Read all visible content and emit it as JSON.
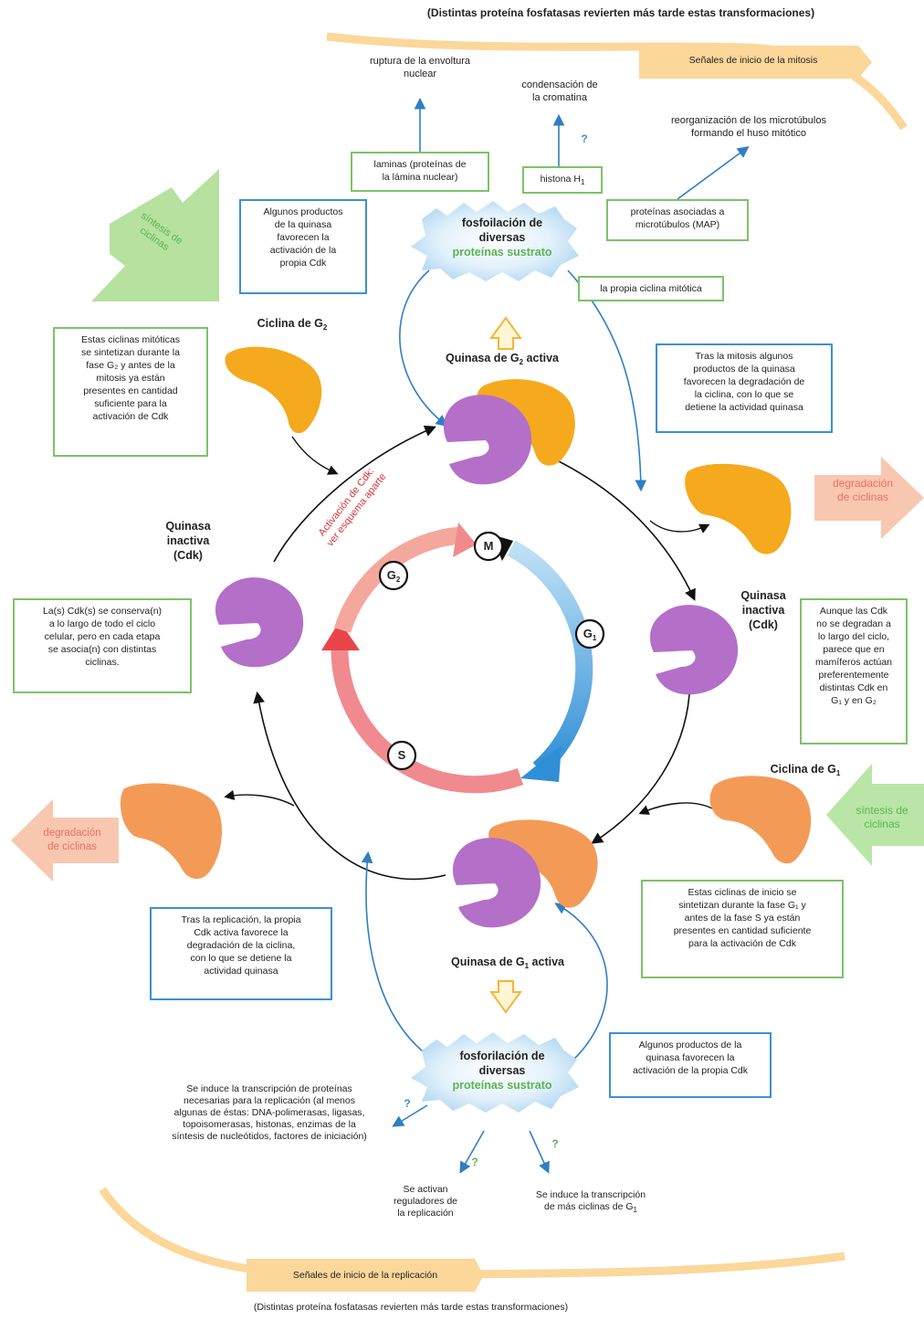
{
  "top_note": "(Distintas proteína fosfatasas revierten más tarde estas transformaciones)",
  "bottom_note": "(Distintas proteína fosfatasas revierten más tarde estas transformaciones)",
  "mitosis_signal": "Señales de inicio de la mitosis",
  "replication_signal": "Señales de inicio de la replicación",
  "effects_top": {
    "nuclear_envelope": "ruptura de la envoltura\nnuclear",
    "chromatin": "condensación de\nla cromatina",
    "microtubules": "reorganización de los microtúbulos\nformando el huso mitótico",
    "question": "?"
  },
  "substrates_top": {
    "lamins": "laminas (proteínas de\nla lámina nuclear)",
    "histone": "histona H",
    "histone_sub": "1",
    "map": "proteínas asociadas a\nmicrotúbulos (MAP)",
    "mitotic_cyclin": "la propia ciclina mitótica"
  },
  "phosphorylation_top": {
    "line1": "fosfoilación de",
    "line2": "diversas",
    "line3": "proteínas sustrato"
  },
  "phosphorylation_bottom": {
    "line1": "fosforilación de",
    "line2": "diversas",
    "line3": "proteínas sustrato"
  },
  "synthesis_top_left": "síntesis de\nciclinas",
  "synthesis_right": "síntesis de\nciclinas",
  "degradation_right": "degradación\nde ciclinas",
  "degradation_left": "degradación\nde ciclinas",
  "labels": {
    "cyclin_g2_prefix": "Ciclina de G",
    "cyclin_g2_sub": "2",
    "kinase_g2_prefix": "Quinasa de G",
    "kinase_g2_sub": "2",
    "kinase_g2_suffix": " activa",
    "inactive_left": "Quinasa\ninactiva\n(Cdk)",
    "inactive_right": "Quinasa\ninactiva\n(Cdk)",
    "cyclin_g1_prefix": "Ciclina de G",
    "cyclin_g1_sub": "1",
    "kinase_g1_prefix": "Quinasa de G",
    "kinase_g1_sub": "1",
    "kinase_g1_suffix": " activa",
    "activation": "Activación de Cdk:\nver esquema aparte"
  },
  "phases": {
    "m": "M",
    "g1": "G",
    "g1_sub": "1",
    "s": "S",
    "g2": "G",
    "g2_sub": "2"
  },
  "boxes": {
    "products_top_left": "Algunos productos\nde la quinasa\nfavorecen la\nactivación de la\npropia Cdk",
    "mitotic_cyclins": "Estas ciclinas mitóticas\nse sintetizan durante la\nfase G₂ y antes de la\nmitosis ya están\npresentes en cantidad\nsuficiente para la\nactivación de Cdk",
    "after_mitosis": "Tras la mitosis algunos\nproductos de la quinasa\nfavorecen la degradación de\nla ciclina, con lo que se\ndetiene la actividad quinasa",
    "cdks_conserved": "La(s) Cdk(s) se conserva(n)\na lo largo de todo el ciclo\ncelular, pero en cada etapa\nse asocia(n) con distintas\nciclinas.",
    "cdks_mammals": "Aunque las Cdk\nno se degradan a\nlo largo del ciclo,\nparece que en\nmamíferos actúan\npreferentemente\ndistintas Cdk en\nG₁ y en G₂",
    "start_cyclins": "Estas ciclinas de inicio se\nsintetizan durante la fase G₁ y\nantes de la fase S ya están\npresentes en cantidad suficiente\npara la activación de Cdk",
    "after_replication": "Tras la replicación, la propia\nCdk activa favorece la\ndegradación de la ciclina,\ncon lo que se detiene la\nactividad quinasa",
    "products_bottom_right": "Algunos productos de la\nquinasa favorecen la\nactivación de la propia Cdk"
  },
  "bottom_effects": {
    "transcription": "Se induce la transcripción de proteínas\nnecesarias para la replicación (al menos\nalgunas de éstas: DNA-polimerasas, ligasas,\ntopoisomerasas, histonas, enzimas de la\nsíntesis de nucleótidos, factores de iniciación)",
    "regulators": "Se activan\nreguladores de\nla replicación",
    "more_cyclins_prefix": "Se induce la transcripción\nde más ciclinas de G",
    "more_cyclins_sub": "1",
    "q1": "?",
    "q2": "?",
    "q3": "?"
  },
  "colors": {
    "cdk_purple": "#b46fc9",
    "cyclin_mitotic": "#f5a91c",
    "cyclin_start": "#f49a57",
    "box_green": "#7ec26a",
    "box_blue": "#3d8fd6",
    "signal_band": "#fbd79a"
  }
}
